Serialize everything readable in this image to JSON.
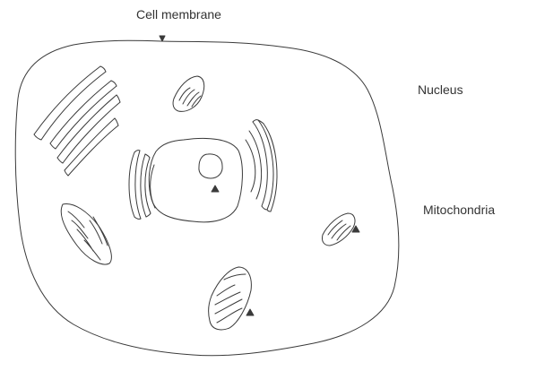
{
  "labels": {
    "cell_membrane": "Cell membrane",
    "nucleus": "Nucleus",
    "mitochondria": "Mitochondria"
  },
  "colors": {
    "line": "#3a3a3a",
    "text": "#333333",
    "background": "#ffffff"
  }
}
